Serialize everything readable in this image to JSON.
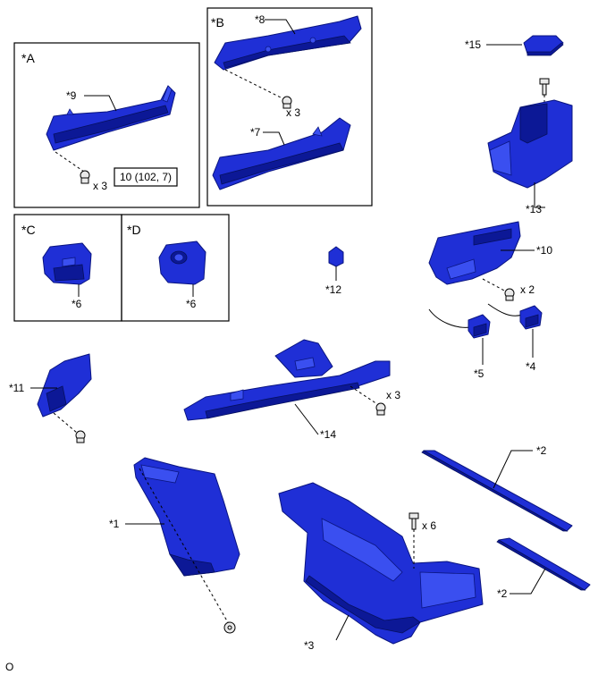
{
  "groups": {
    "a": "*A",
    "b": "*B",
    "c": "*C",
    "d": "*D"
  },
  "callouts": {
    "p1": "*1",
    "p2a": "*2",
    "p2b": "*2",
    "p3": "*3",
    "p4": "*4",
    "p5": "*5",
    "p6c": "*6",
    "p6d": "*6",
    "p7": "*7",
    "p8": "*8",
    "p9": "*9",
    "p10": "*10",
    "p11": "*11",
    "p12": "*12",
    "p13": "*13",
    "p14": "*14",
    "p15": "*15"
  },
  "quantities": {
    "a_bolts": "x 3",
    "b_bolts": "x 3",
    "p10_bolts": "x 2",
    "p14_bolts": "x 3",
    "p3_bolts": "x 6"
  },
  "torque_spec": "10 (102, 7)",
  "figure_code": "O",
  "colors": {
    "part_fill": "#1f2fd6",
    "part_outline": "#0a1580"
  }
}
